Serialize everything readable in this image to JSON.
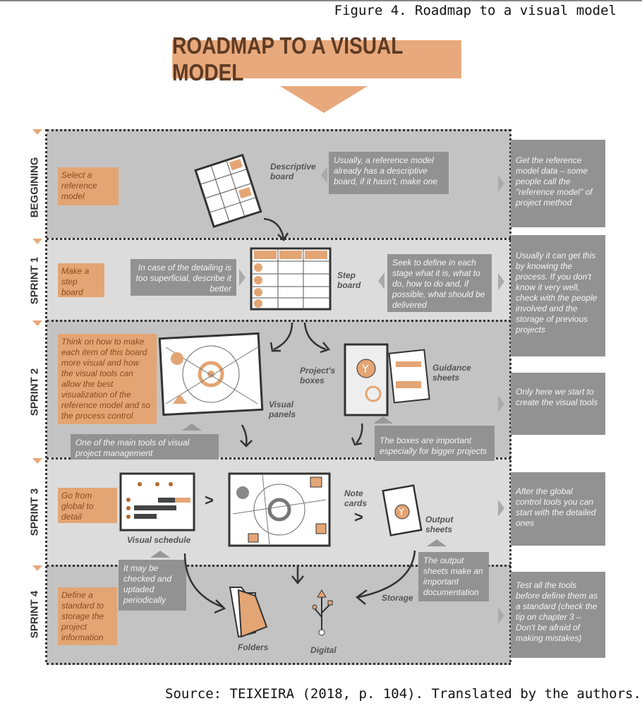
{
  "figure_caption": "Figure 4. Roadmap to a visual model",
  "title": "ROADMAP TO A VISUAL MODEL",
  "source": "Source: TEIXEIRA (2018, p. 104). Translated by the authors.",
  "colors": {
    "orange": "#e4a574",
    "orange_text": "#8b4b22",
    "note_gray": "#929292",
    "band_dark": "#c3c3c3",
    "band_light": "#dcdcdc"
  },
  "stages": [
    {
      "label": "BEGGINING",
      "action": "Select a reference model",
      "side_note": "Get the reference model data – some people call the \"reference model\" of project method"
    },
    {
      "label": "SPRINT 1",
      "action": "Make a step board",
      "side_note": "Usually it can get this by knowing the process. If you don't know it very well, check with the people involved and the storage of previous projects"
    },
    {
      "label": "SPRINT 2",
      "action": "Think on how to make each item of this board more visual and how the visual tools can allow the best visualization of the reference model and so the process control",
      "side_note": "Only here we start to create the visual tools"
    },
    {
      "label": "SPRINT 3",
      "action": "Go from global to detail",
      "side_note": "After the global control tools you can start with the detailed ones"
    },
    {
      "label": "SPRINT 4",
      "action": "Define a standard to storage the project information",
      "side_note": "Test all the tools before define them as a standard (check the tip on chapter 3 – Don't be afraid of making mistakes)"
    }
  ],
  "labels": {
    "descriptive_board": "Descriptive board",
    "step_board": "Step board",
    "projects_boxes": "Project's boxes",
    "guidance_sheets": "Guidance sheets",
    "visual_panels": "Visual panels",
    "visual_schedule": "Visual schedule",
    "note_cards": "Note cards",
    "output_sheets": "Output sheets",
    "storage": "Storage",
    "folders": "Folders",
    "digital": "Digital"
  },
  "notes": {
    "descriptive": "Usually, a reference model already has a descriptive board, if it hasn't, make one",
    "detailing": "In case of the detailing is too superficial, describe it better",
    "seek": "Seek to define in each stage what it is, what to do, how to do and, if possible, what should be delivered",
    "main_tools": "One of the main tools of visual project management",
    "boxes": "The boxes are important especially for bigger projects",
    "checked": "It may be checked and uptaded periodically",
    "output": "The output sheets make an important documentation"
  }
}
